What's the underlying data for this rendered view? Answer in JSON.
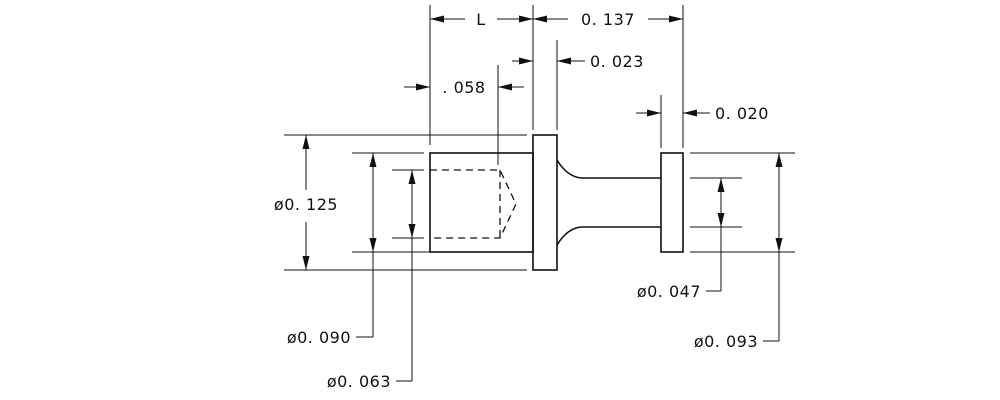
{
  "drawing": {
    "labels": {
      "length": "L",
      "overall_length": "0. 137",
      "flange_thickness": "0. 023",
      "bore_depth": ". 058",
      "collar_thickness": "0. 020",
      "flange_diameter": "ø0. 125",
      "body_diameter": "ø0. 090",
      "bore_diameter": "ø0. 063",
      "shank_diameter": "ø0. 047",
      "collar_diameter": "ø0. 093"
    }
  }
}
